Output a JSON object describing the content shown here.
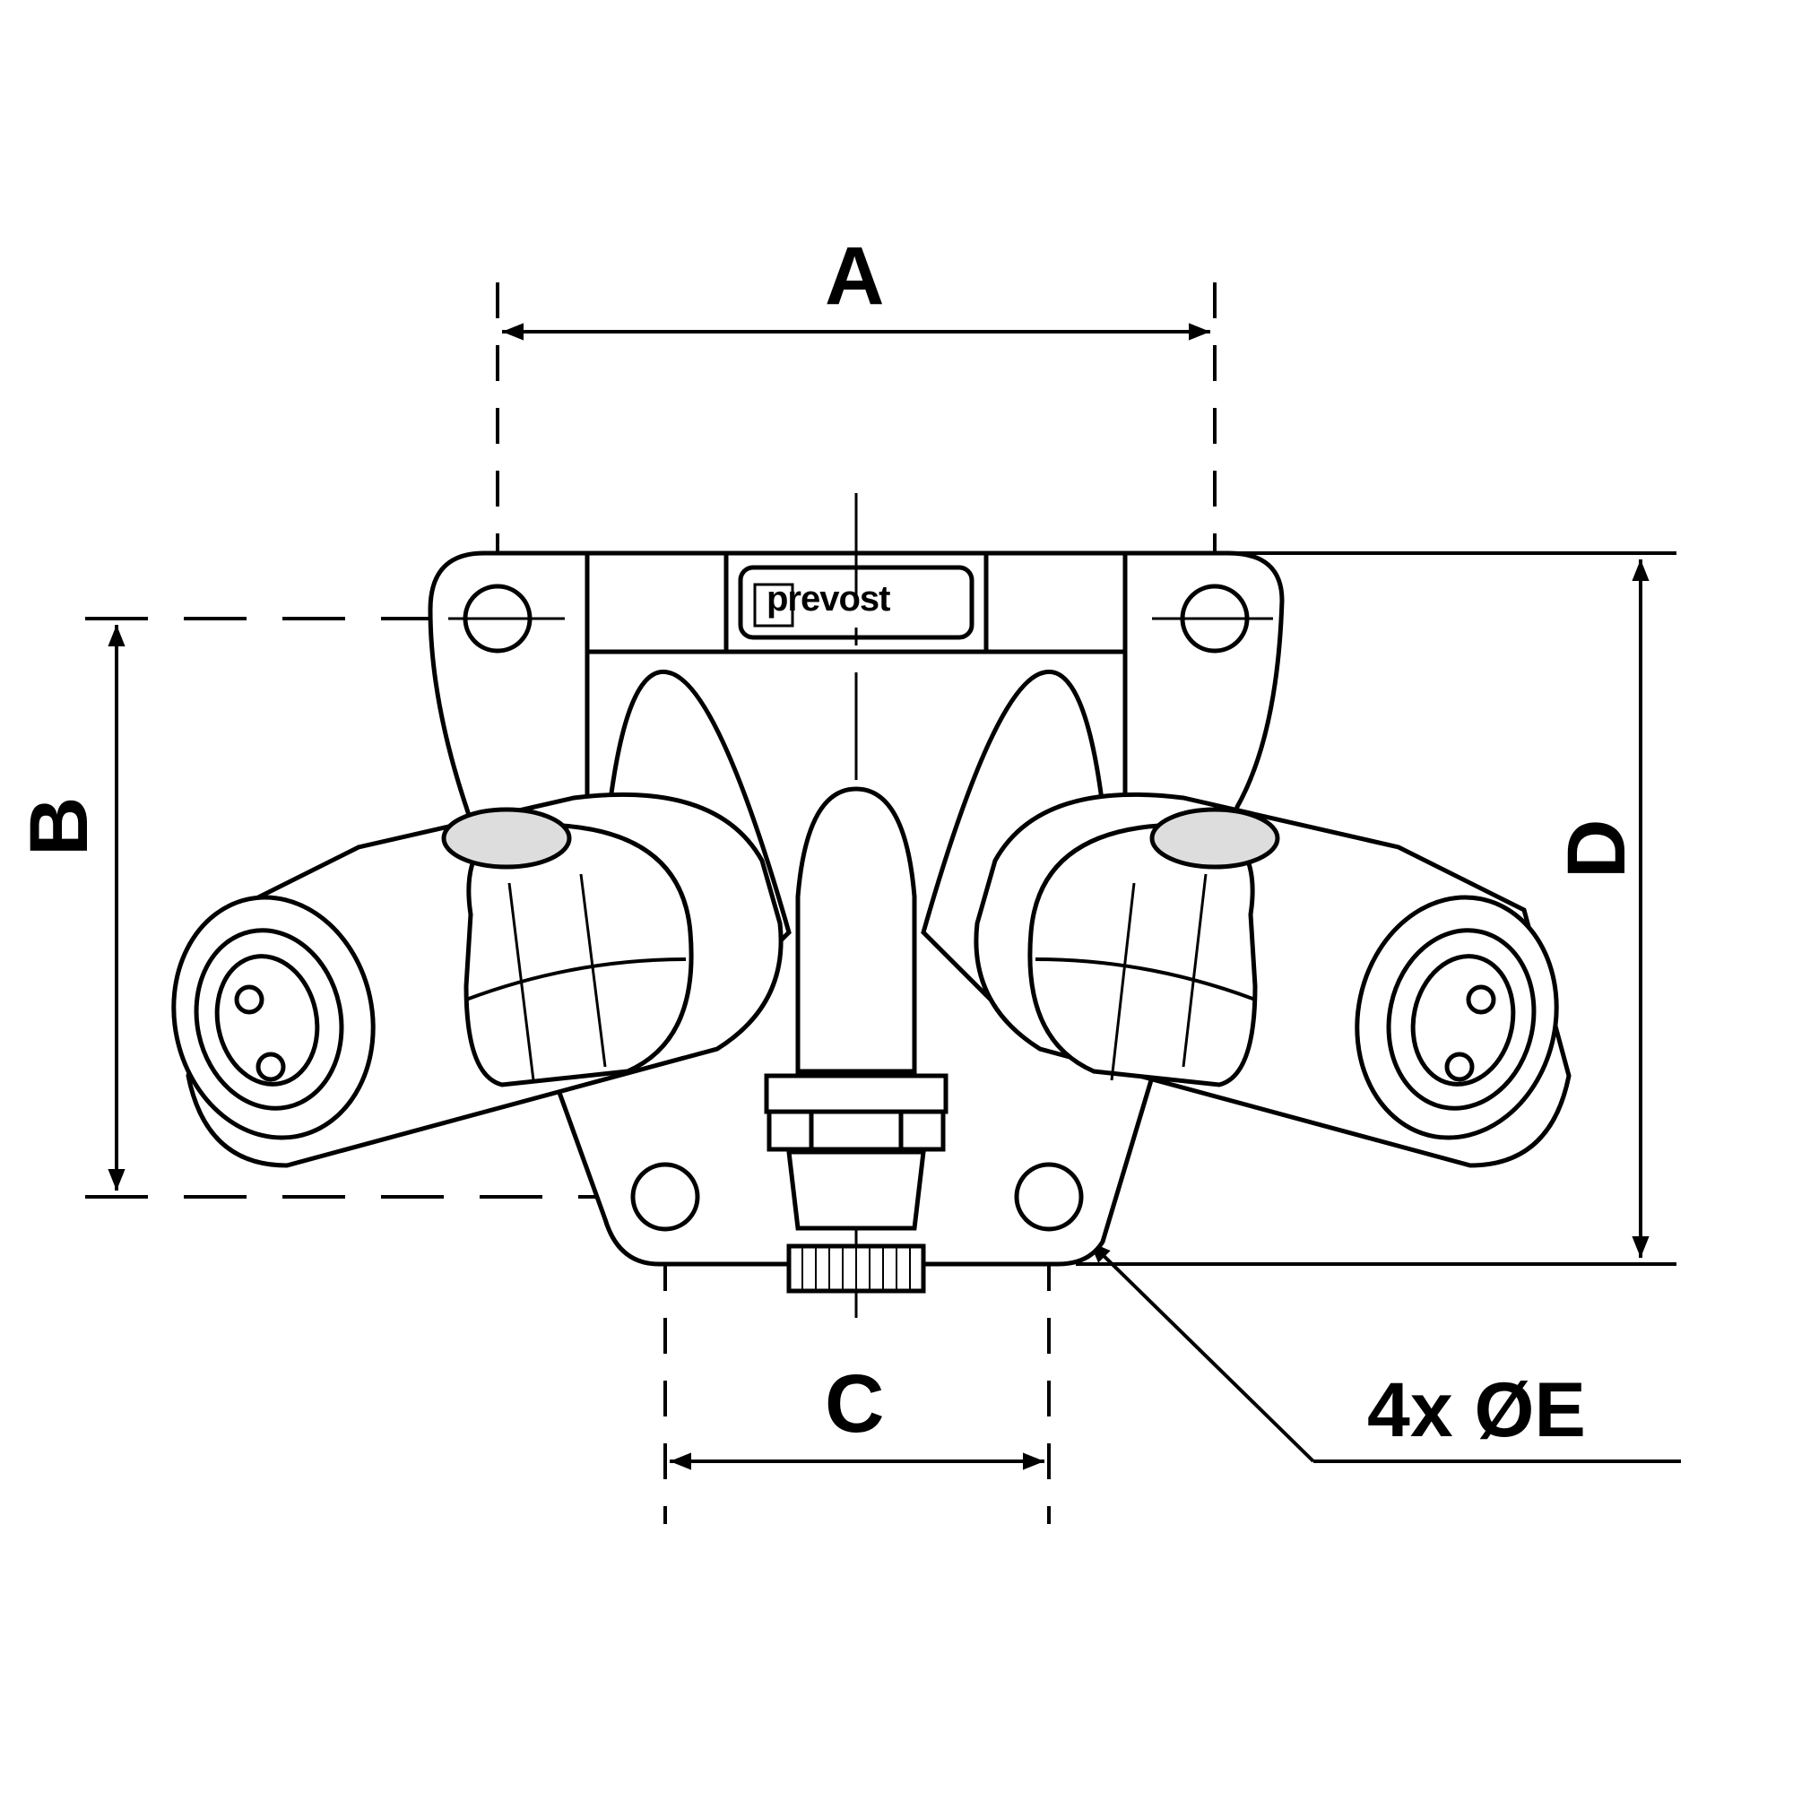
{
  "diagram": {
    "type": "technical-dimension-drawing",
    "subject": "Twin swivel quick coupling wall outlet",
    "brand_label": "prevost",
    "dimensions": {
      "A": "A",
      "B": "B",
      "C": "C",
      "D": "D",
      "E": "4x ØE"
    },
    "colors": {
      "line": "#000000",
      "background": "#ffffff"
    }
  }
}
